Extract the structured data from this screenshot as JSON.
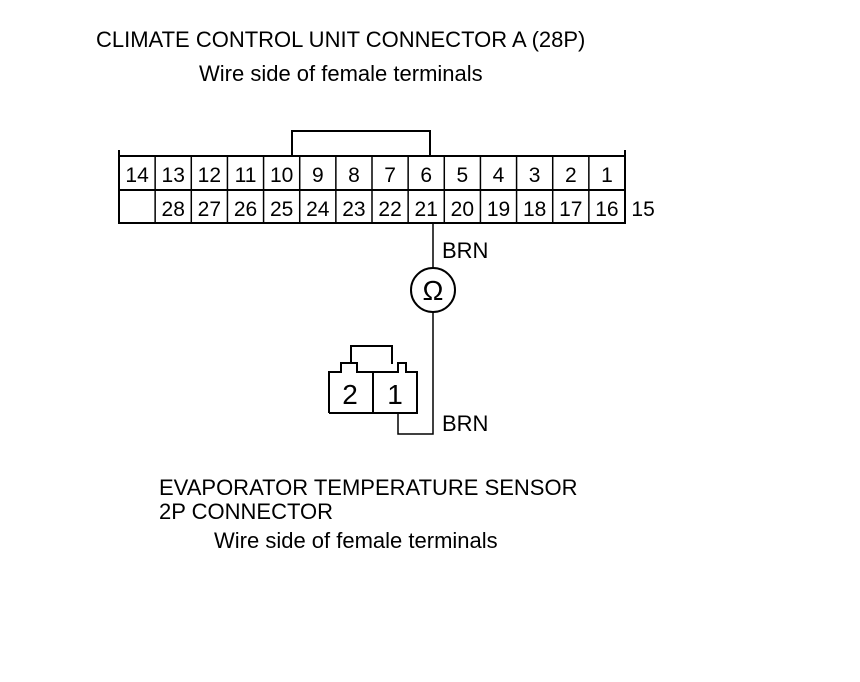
{
  "connector_a": {
    "title": "CLIMATE CONTROL UNIT CONNECTOR A (28P)",
    "subtitle": "Wire side of female terminals",
    "top_row_pins": [
      "14",
      "13",
      "12",
      "11",
      "10",
      "9",
      "8",
      "7",
      "6",
      "5",
      "4",
      "3",
      "2",
      "1"
    ],
    "bottom_row_pins": [
      "",
      "28",
      "27",
      "26",
      "25",
      "24",
      "23",
      "22",
      "21",
      "20",
      "19",
      "18",
      "17",
      "16",
      "15"
    ]
  },
  "wire_upper": {
    "color_label": "BRN"
  },
  "meter": {
    "symbol": "Ω"
  },
  "wire_lower": {
    "color_label": "BRN"
  },
  "sensor_connector": {
    "pins": [
      "2",
      "1"
    ],
    "title_line1": "EVAPORATOR TEMPERATURE SENSOR",
    "title_line2": "2P CONNECTOR",
    "subtitle": "Wire side of female terminals"
  }
}
